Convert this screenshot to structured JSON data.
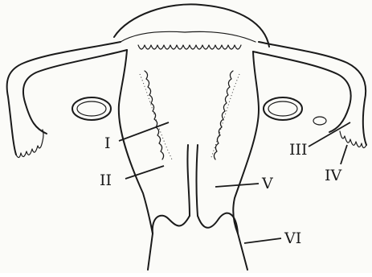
{
  "labels": {
    "I": "I",
    "II": "II",
    "III": "III",
    "IV": "IV",
    "V": "V",
    "VI": "VI"
  }
}
